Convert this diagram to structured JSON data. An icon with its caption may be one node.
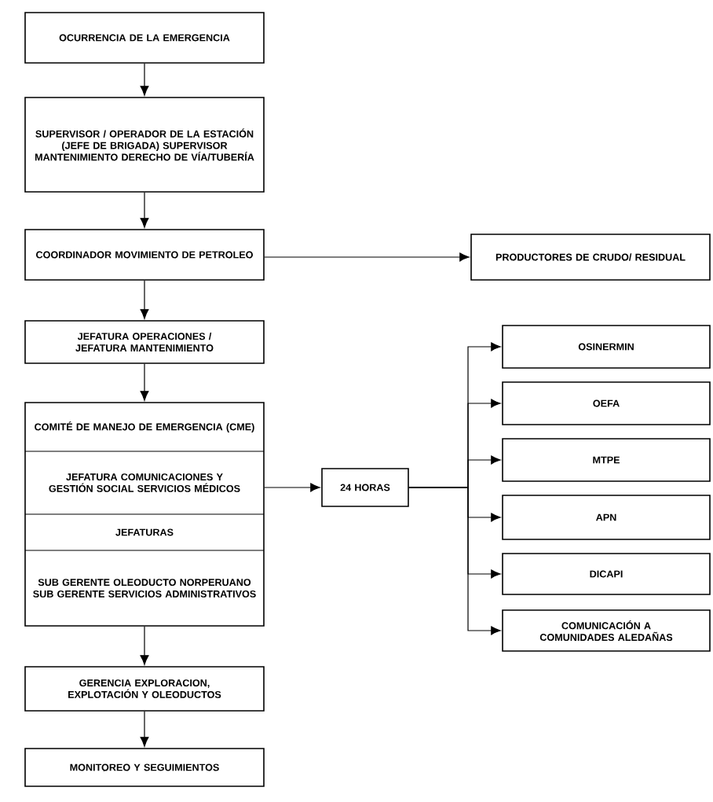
{
  "diagram": {
    "nodes": [
      {
        "text": [
          "OCURRENCIA DE LA EMERGENCIA"
        ]
      },
      {
        "text": [
          "SUPERVISOR / OPERADOR DE LA ESTACIÓN (JEFE DE BRIGADA) SUPERVISOR MANTENIMIENTO DERECHO DE VÍA/TUBERÍA"
        ]
      },
      {
        "text": [
          "COORDINADOR MOVIMIENTO DE PETROLEO"
        ]
      },
      {
        "text": [
          "PRODUCTORES DE CRUDO/ RESIDUAL"
        ]
      },
      {
        "text": [
          "JEFATURA OPERACIONES / JEFATURA MANTENIMIENTO"
        ]
      },
      {
        "text": [
          "COMITÉ DE MANEJO DE EMERGENCIA (CME)",
          "JEFATURA COMUNICACIONES Y GESTIÓN SOCIAL SERVICIOS MÉDICOS",
          "JEFATURAS",
          "SUB GERENTE OLEODUCTO NORPERUANO SUB GERENTE SERVICIOS ADMINISTRATIVOS"
        ]
      },
      {
        "text": [
          "24 HORAS"
        ]
      },
      {
        "text": [
          "OSINERMIN"
        ]
      },
      {
        "text": [
          "OEFA"
        ]
      },
      {
        "text": [
          "MTPE"
        ]
      },
      {
        "text": [
          "APN"
        ]
      },
      {
        "text": [
          "DICAPI"
        ]
      },
      {
        "text": [
          "COMUNICACIÓN A COMUNIDADES ALEDAÑAS"
        ]
      },
      {
        "text": [
          "GERENCIA EXPLORACION, EXPLOTACIÓN Y OLEODUCTOS"
        ]
      },
      {
        "text": [
          "MONITOREO Y SEGUIMIENTOS"
        ]
      }
    ],
    "edges": [
      {
        "from": 0,
        "to": 1,
        "arrow": "to"
      },
      {
        "from": 1,
        "to": 2,
        "arrow": "to"
      },
      {
        "from": 2,
        "to": 3,
        "arrow": "to"
      },
      {
        "from": 2,
        "to": 4,
        "arrow": "to"
      },
      {
        "from": 4,
        "to": 5,
        "arrow": "to"
      },
      {
        "from": 5,
        "to": 6,
        "arrow": "to"
      },
      {
        "from": 6,
        "to": 7,
        "arrow": "to"
      },
      {
        "from": 6,
        "to": 8,
        "arrow": "to"
      },
      {
        "from": 6,
        "to": 9,
        "arrow": "to"
      },
      {
        "from": 6,
        "to": 10,
        "arrow": "to"
      },
      {
        "from": 6,
        "to": 11,
        "arrow": "to"
      },
      {
        "from": 6,
        "to": 12,
        "arrow": "to"
      },
      {
        "from": 5,
        "to": 13,
        "arrow": "to"
      },
      {
        "from": 13,
        "to": 14,
        "arrow": "to"
      }
    ]
  }
}
